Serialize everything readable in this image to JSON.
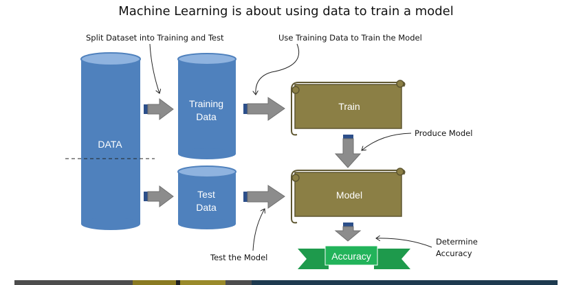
{
  "title": "Machine Learning is about using data to train a model",
  "nodes": {
    "data": "DATA",
    "training_data": [
      "Training",
      "Data"
    ],
    "test_data": [
      "Test",
      "Data"
    ],
    "train": "Train",
    "model": "Model",
    "accuracy": "Accuracy"
  },
  "annotations": {
    "split": "Split Dataset into Training and Test",
    "use_training": "Use Training Data to Train the Model",
    "produce_model": "Produce Model",
    "test_model": "Test the Model",
    "determine_accuracy": [
      "Determine",
      "Accuracy"
    ]
  },
  "colors": {
    "cylinder_blue": "#4f81bd",
    "cylinder_top": "#7ea6d8",
    "scroll_olive": "#8b7f45",
    "arrow_gray": "#8c8c8c",
    "arrow_blue": "#2c4f8a",
    "ribbon_green": "#22b35a"
  }
}
